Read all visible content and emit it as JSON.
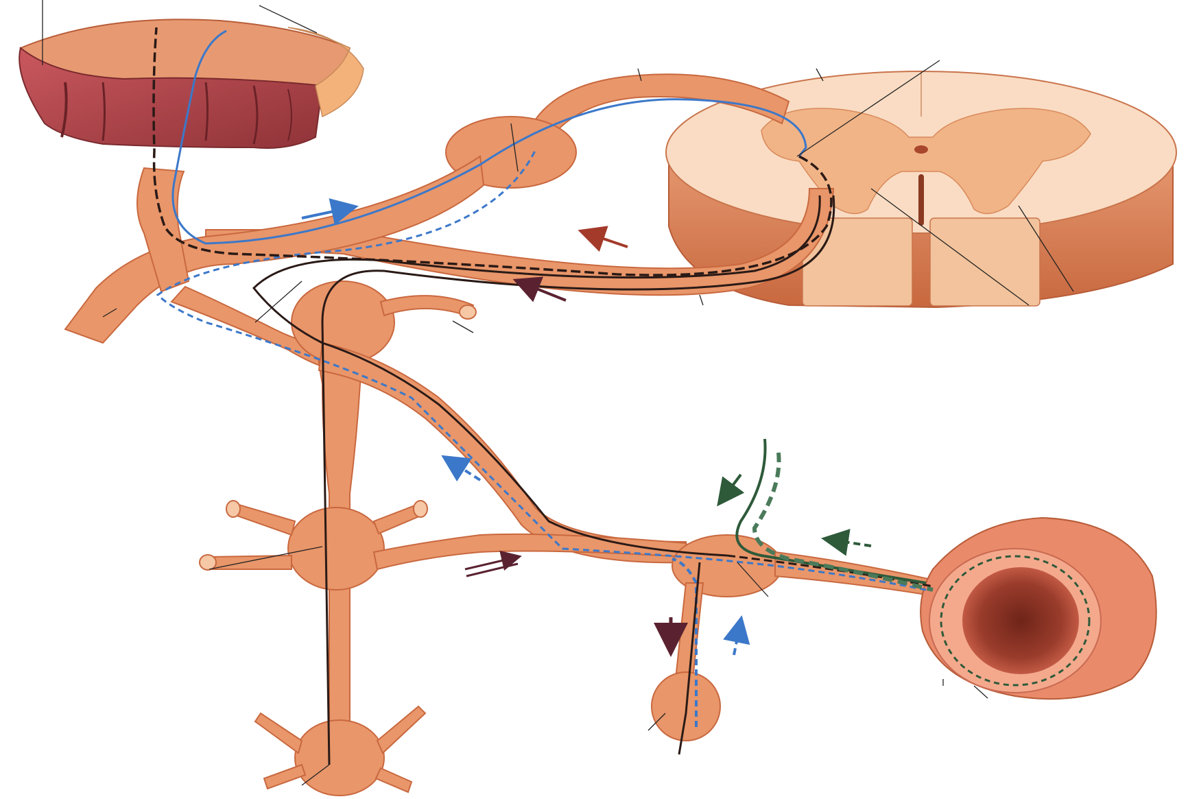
{
  "illustration": {
    "subject": "reflex-arc-anatomy",
    "colors": {
      "background": "#ffffff",
      "nerve_tissue": "#e8966a",
      "nerve_tissue_dark": "#c9683f",
      "nerve_highlight": "#f6c8a6",
      "spinal_white_matter": "#f9dcc3",
      "spinal_gray_matter": "#f1b487",
      "spinal_side": "#d98058",
      "muscle": "#b84a52",
      "muscle_dark": "#7a2a2e",
      "skin": "#f2b27a",
      "vessel_outer": "#e98a6a",
      "vessel_lumen": "#8a3226",
      "vessel_wall_inner": "#f4a98d",
      "fiber_motor": "#2a1a16",
      "fiber_sensory": "#3c78c9",
      "fiber_autonomic": "#2e5a3a",
      "arrow_red": "#a33a2a",
      "arrow_brown": "#5a2230",
      "arrow_blue": "#3c78c9",
      "arrow_green": "#2e5a3a",
      "leader_line": "#222222"
    },
    "arrows": [
      {
        "kind": "solid",
        "color": "fiber_sensory"
      },
      {
        "kind": "solid",
        "color": "arrow_red"
      },
      {
        "kind": "solid",
        "color": "arrow_brown"
      },
      {
        "kind": "dashed",
        "color": "arrow_blue"
      },
      {
        "kind": "solid",
        "color": "arrow_green"
      },
      {
        "kind": "dashed",
        "color": "arrow_green"
      },
      {
        "kind": "double",
        "color": "arrow_brown"
      },
      {
        "kind": "solid",
        "color": "arrow_brown"
      },
      {
        "kind": "dashed",
        "color": "arrow_blue"
      }
    ]
  }
}
